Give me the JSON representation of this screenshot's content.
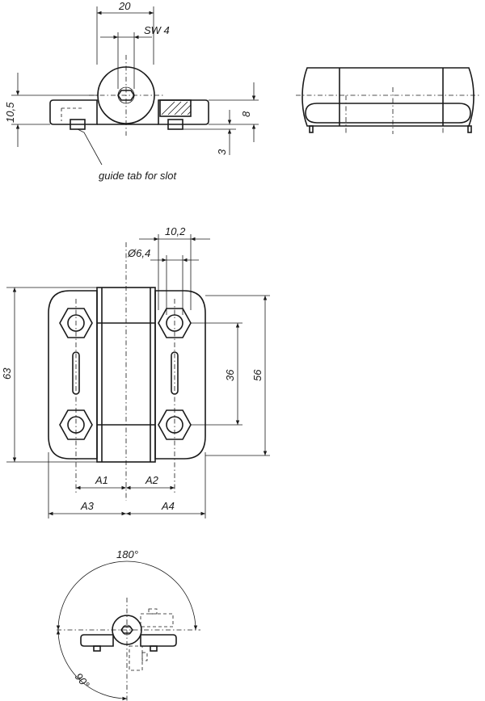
{
  "labels": {
    "dim_20": "20",
    "sw4": "SW 4",
    "dim_10_5": "10,5",
    "dim_8": "8",
    "dim_3": "3",
    "guide_tab": "guide tab for slot",
    "dim_10_2": "10,2",
    "dia_6_4": "Ø6,4",
    "dim_63": "63",
    "dim_36": "36",
    "dim_56": "56",
    "a1": "A1",
    "a2": "A2",
    "a3": "A3",
    "a4": "A4",
    "angle_180": "180°",
    "angle_90": "90°"
  },
  "colors": {
    "line": "#1a1a1a",
    "background": "#ffffff"
  }
}
